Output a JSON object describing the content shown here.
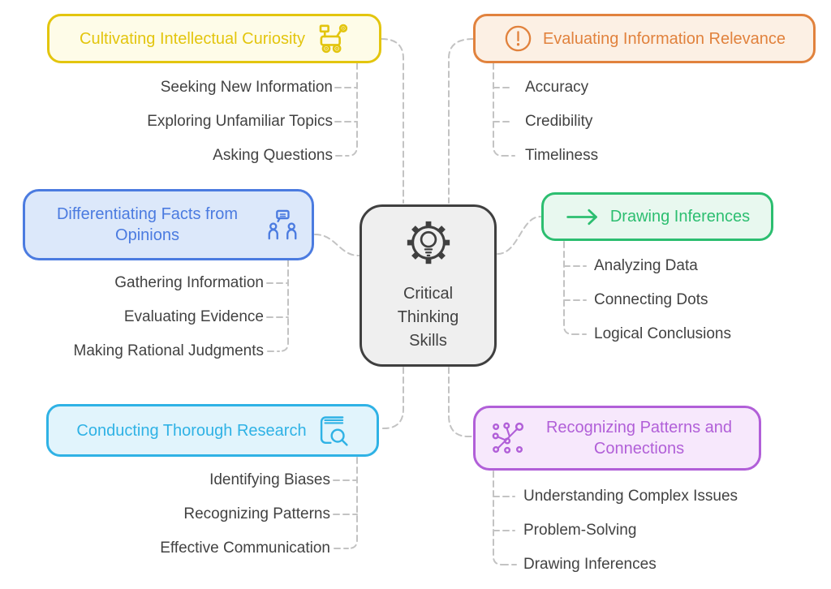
{
  "diagram": {
    "type": "mindmap",
    "background": "#ffffff",
    "connector_color": "#c3c3c3",
    "item_text_color": "#424242"
  },
  "center": {
    "title": "Critical Thinking Skills",
    "icon": "gear-lightbulb-icon",
    "border_color": "#3f3f3f",
    "bg": "#efefef",
    "text_color": "#424242"
  },
  "branches": [
    {
      "label": "Cultivating Intellectual Curiosity",
      "icon": "rover-robot-icon",
      "color": "#e3c50e",
      "bg": "#fefce8",
      "items": [
        "Seeking New Information",
        "Exploring Unfamiliar Topics",
        "Asking Questions"
      ]
    },
    {
      "label": "Evaluating Information Relevance",
      "icon": "alert-circle-icon",
      "color": "#e1823d",
      "bg": "#fcf0e4",
      "items": [
        "Accuracy",
        "Credibility",
        "Timeliness"
      ]
    },
    {
      "label": "Differentiating Facts from Opinions",
      "icon": "discussion-icon",
      "color": "#4b7be0",
      "bg": "#dce8fa",
      "items": [
        "Gathering Information",
        "Evaluating Evidence",
        "Making Rational Judgments"
      ]
    },
    {
      "label": "Drawing Inferences",
      "icon": "arrow-right-icon",
      "color": "#2cbe70",
      "bg": "#e8f8ef",
      "items": [
        "Analyzing Data",
        "Connecting Dots",
        "Logical Conclusions"
      ]
    },
    {
      "label": "Conducting Thorough Research",
      "icon": "book-search-icon",
      "color": "#2fb2e5",
      "bg": "#e1f4fc",
      "items": [
        "Identifying Biases",
        "Recognizing Patterns",
        "Effective Communication"
      ]
    },
    {
      "label": "Recognizing Patterns and Connections",
      "icon": "network-icon",
      "color": "#b15fd8",
      "bg": "#f7e8fc",
      "items": [
        "Understanding Complex Issues",
        "Problem-Solving",
        "Drawing Inferences"
      ]
    }
  ]
}
